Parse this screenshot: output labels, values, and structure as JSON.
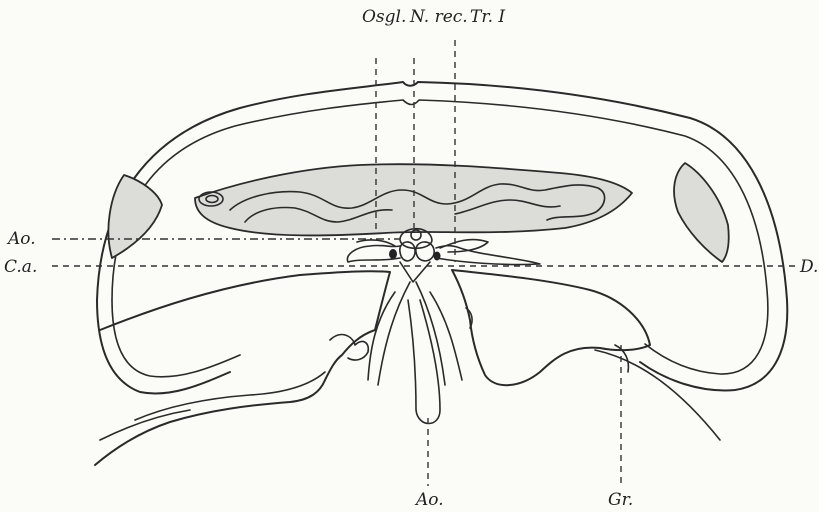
{
  "labels": {
    "osgl": "Osgl.",
    "n_rec": "N. rec.",
    "tr_i": "Tr. I",
    "ao_left": "Ao.",
    "ca": "C.a.",
    "d": "D.",
    "ao_bottom": "Ao.",
    "gr": "Gr."
  }
}
